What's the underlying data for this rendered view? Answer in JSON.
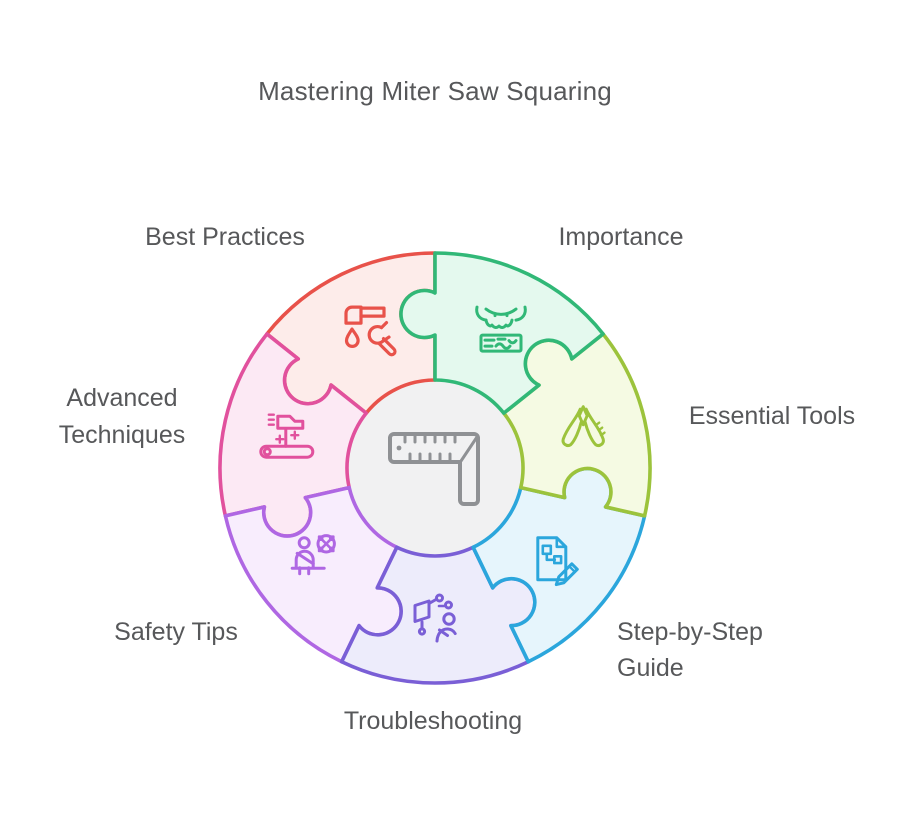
{
  "title": "Mastering Miter Saw Squaring",
  "colors": {
    "label_text": "#57585a",
    "center_fill": "#f1f1f2",
    "center_icon": "#8f9194",
    "background": "#ffffff"
  },
  "wheel": {
    "center_icon": "carpenter-square-icon",
    "segments": [
      {
        "label": "Best Practices",
        "icon": "faucet-wrench-icon",
        "stroke": "#e8524a",
        "fill": "#fdecea"
      },
      {
        "label": "Importance",
        "icon": "bull-wood-plank-icon",
        "stroke": "#31b877",
        "fill": "#e4f9ee"
      },
      {
        "label": "Essential Tools",
        "icon": "pliers-icon",
        "stroke": "#9cc33c",
        "fill": "#f5fae3"
      },
      {
        "label": "Step-by-Step Guide",
        "icon": "document-flowchart-pencil-icon",
        "stroke": "#2ba6dc",
        "fill": "#e6f5fc"
      },
      {
        "label": "Troubleshooting",
        "icon": "monitor-repair-person-icon",
        "stroke": "#7a5fd6",
        "fill": "#edecfb"
      },
      {
        "label": "Safety Tips",
        "icon": "seatbelt-person-no-sign-icon",
        "stroke": "#af67e3",
        "fill": "#f8edfd"
      },
      {
        "label": "Advanced Techniques",
        "icon": "planer-wood-board-icon",
        "stroke": "#e1519d",
        "fill": "#fce9f4"
      }
    ]
  }
}
